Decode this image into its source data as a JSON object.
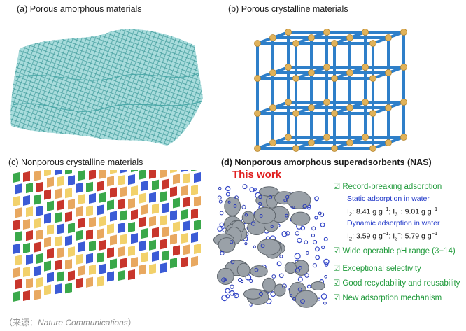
{
  "panels": {
    "a": {
      "title": "(a) Porous amorphous materials"
    },
    "b": {
      "title": "(b) Porous crystalline materials"
    },
    "c": {
      "title": "(c) Nonporous crystalline materials"
    },
    "d": {
      "title": "(d) Nonporous amorphous superadsorbents (NAS)",
      "banner": "This work"
    }
  },
  "features": [
    {
      "label": "Record-breaking adsorption"
    },
    {
      "label": "Wide operable pH range (3−14)"
    },
    {
      "label": "Exceptional selectivity"
    },
    {
      "label": "Good recyclability and reusability"
    },
    {
      "label": "New adsorption mechanism"
    }
  ],
  "adsorption": {
    "static": {
      "title": "Static adsorption in water",
      "i2": "8.41",
      "i3": "9.01",
      "unit": "g g",
      "exp": "−1"
    },
    "dynamic": {
      "title": "Dynamic adsorption in water",
      "i2": "3.59",
      "i3": "5.79",
      "unit": "g g",
      "exp": "−1"
    }
  },
  "source": {
    "open": "（来源：",
    "journal": "Nature Communications",
    "close": "）"
  },
  "colors": {
    "mesh": "#6fc4c4",
    "rod": "#2e7fc9",
    "node": "#e0b25a",
    "feature": "#1f9a3a",
    "subtitle": "#1e36c8",
    "banner": "#e02020"
  }
}
